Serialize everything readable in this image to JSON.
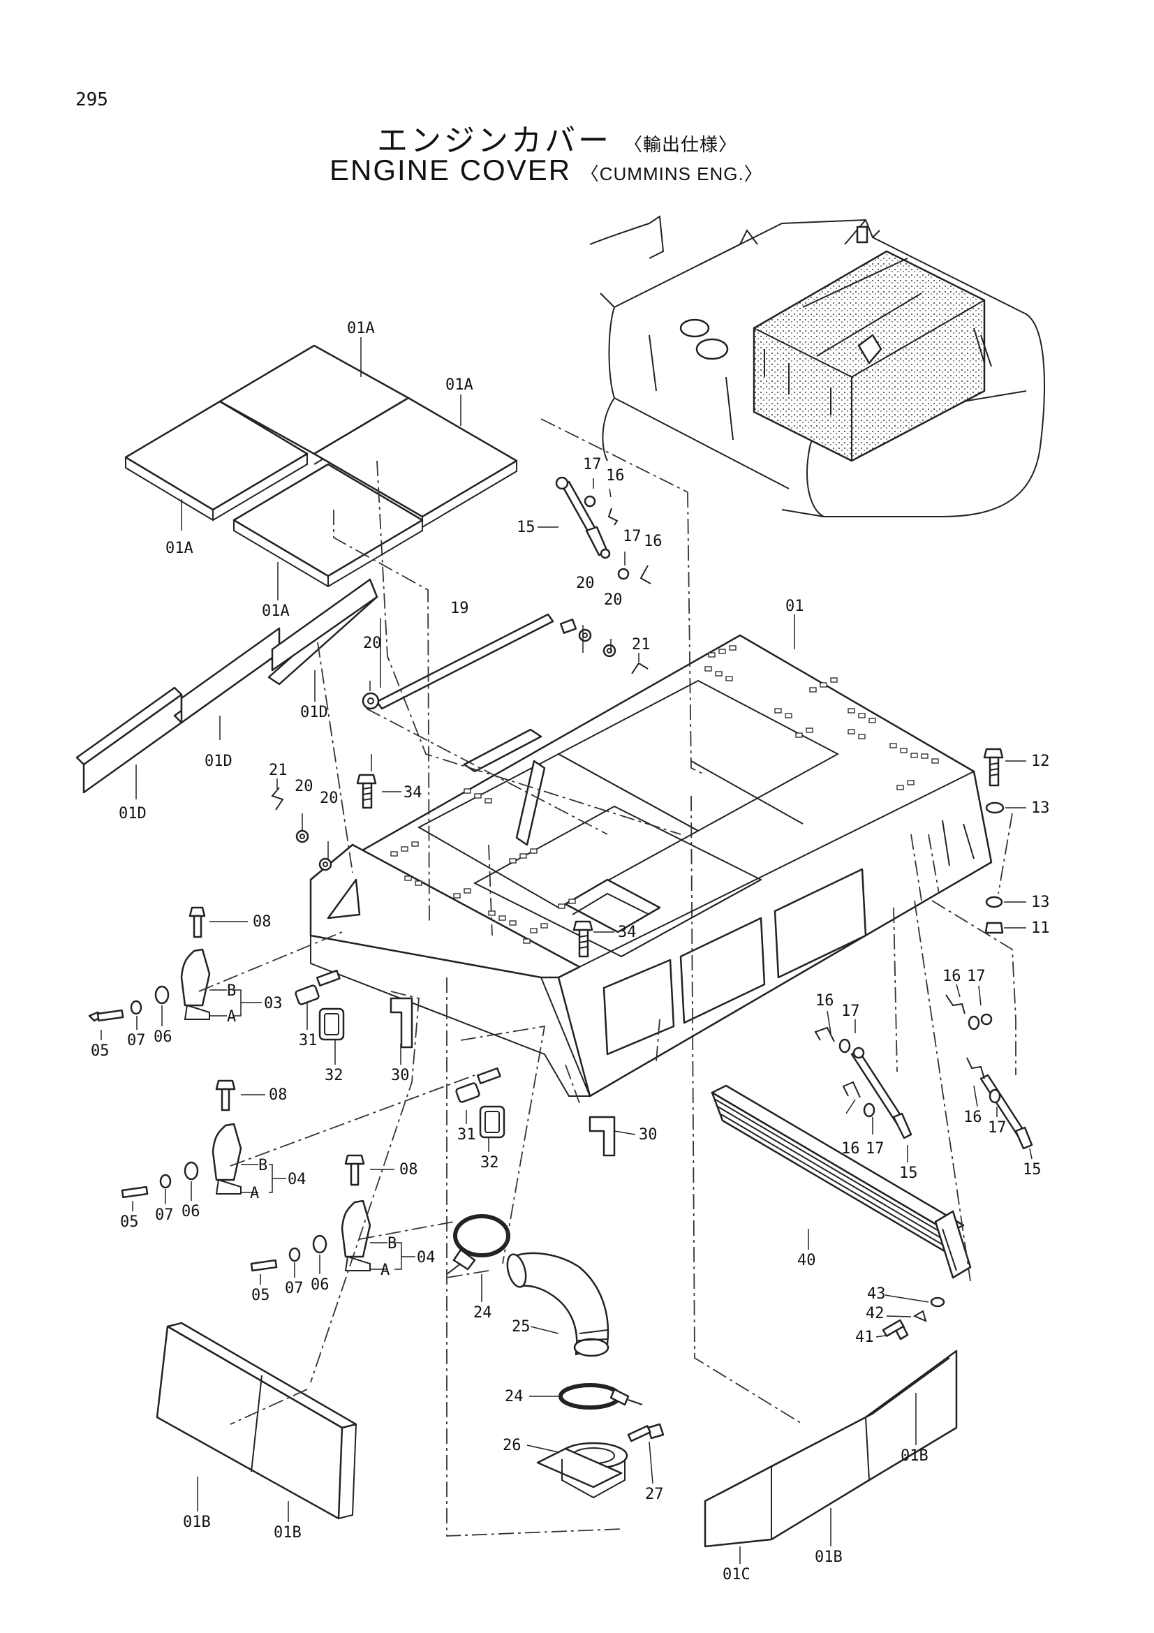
{
  "page_number": "295",
  "title_jp": "エンジンカバー",
  "title_jp_sub": "〈輸出仕様〉",
  "title_en": "ENGINE COVER",
  "title_en_sub": "〈CUMMINS ENG.〉",
  "callouts": {
    "c01a_1": "01A",
    "c01a_2": "01A",
    "c01a_3": "01A",
    "c01a_4": "01A",
    "c01d_1": "01D",
    "c01d_2": "01D",
    "c01d_3": "01D",
    "c01b_1": "01B",
    "c01b_2": "01B",
    "c01b_3": "01B",
    "c01b_4": "01B",
    "c01c": "01C",
    "c01": "01",
    "c03": "03",
    "c04_1": "04",
    "c04_2": "04",
    "c05_1": "05",
    "c05_2": "05",
    "c05_3": "05",
    "c06_1": "06",
    "c06_2": "06",
    "c06_3": "06",
    "c07_1": "07",
    "c07_2": "07",
    "c07_3": "07",
    "c08_1": "08",
    "c08_2": "08",
    "c08_3": "08",
    "c11": "11",
    "c12": "12",
    "c13_1": "13",
    "c13_2": "13",
    "c15_1": "15",
    "c15_2": "15",
    "c15_3": "15",
    "c16_1": "16",
    "c16_2": "16",
    "c16_3": "16",
    "c16_4": "16",
    "c16_5": "16",
    "c16_6": "16",
    "c17_1": "17",
    "c17_2": "17",
    "c17_3": "17",
    "c17_4": "17",
    "c17_5": "17",
    "c17_6": "17",
    "c19": "19",
    "c20_1": "20",
    "c20_2": "20",
    "c20_3": "20",
    "c20_4": "20",
    "c20_5": "20",
    "c21_1": "21",
    "c21_2": "21",
    "c24_1": "24",
    "c24_2": "24",
    "c25": "25",
    "c26": "26",
    "c27": "27",
    "c30_1": "30",
    "c30_2": "30",
    "c31_1": "31",
    "c31_2": "31",
    "c32_1": "32",
    "c32_2": "32",
    "c34_1": "34",
    "c34_2": "34",
    "c40": "40",
    "c41": "41",
    "c42": "42",
    "c43": "43",
    "a1": "A",
    "a2": "A",
    "a3": "A",
    "b1": "B",
    "b2": "B",
    "b3": "B"
  }
}
